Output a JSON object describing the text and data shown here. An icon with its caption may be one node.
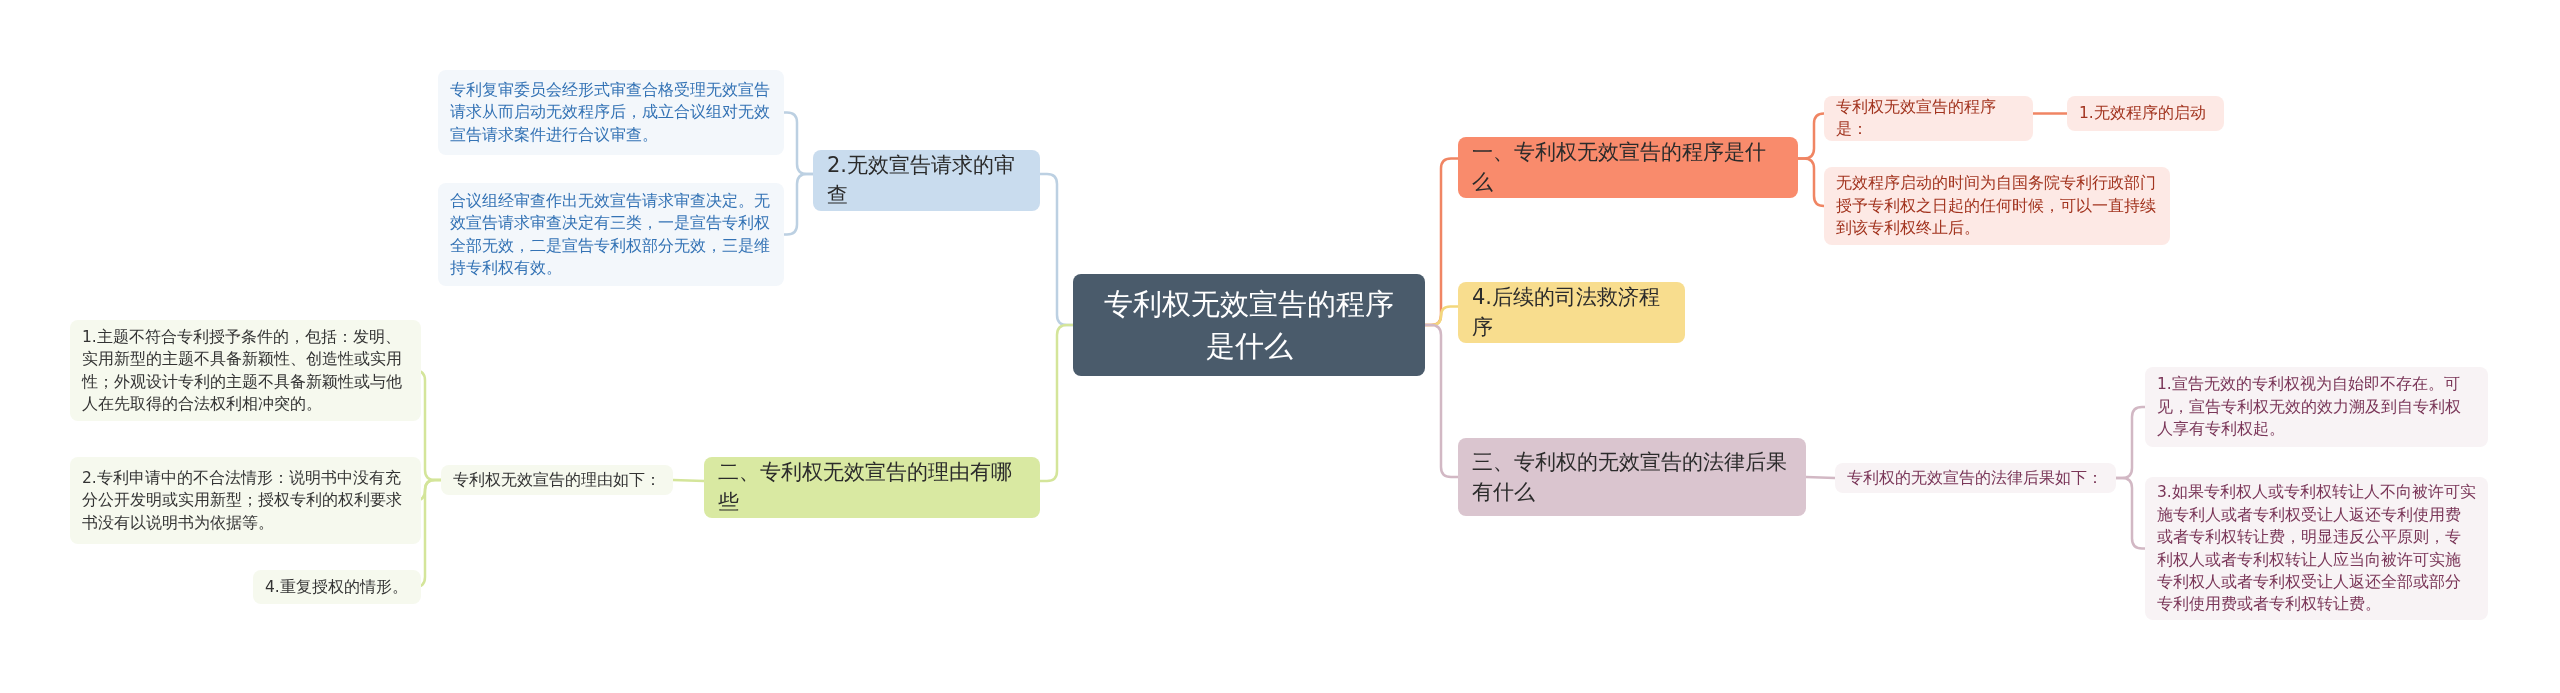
{
  "diagram": {
    "nodes": [
      {
        "text": [
          "专利权无效宣告的程序是什么"
        ]
      },
      {
        "text": [
          "一、专利权无效宣告的程序是什么"
        ]
      },
      {
        "text": [
          "专利权无效宣告的程序是："
        ]
      },
      {
        "text": [
          "1.无效程序的启动"
        ]
      },
      {
        "text": [
          "无效程序启动的时间为自国务院专利行政部门授予专利权之日起的任何时候，可以一直持续到该专利权终止后。"
        ]
      },
      {
        "text": [
          "4.后续的司法救济程序"
        ]
      },
      {
        "text": [
          "三、专利权的无效宣告的法律后果有什么"
        ]
      },
      {
        "text": [
          "专利权的无效宣告的法律后果如下："
        ]
      },
      {
        "text": [
          "1.宣告无效的专利权视为自始即不存在。可见，宣告专利权无效的效力溯及到自专利权人享有专利权起。"
        ]
      },
      {
        "text": [
          "3.如果专利权人或专利权转让人不向被许可实施专利人或者专利权受让人返还专利使用费或者专利权转让费，明显违反公平原则，专利权人或者专利权转让人应当向被许可实施专利权人或者专利权受让人返还全部或部分专利使用费或者专利权转让费。"
        ]
      },
      {
        "text": [
          "2.无效宣告请求的审查"
        ]
      },
      {
        "text": [
          "专利复审委员会经形式审查合格受理无效宣告请求从而启动无效程序后，成立合议组对无效宣告请求案件进行合议审查。"
        ]
      },
      {
        "text": [
          "合议组经审查作出无效宣告请求审查决定。无效宣告请求审查决定有三类，一是宣告专利权全部无效，二是宣告专利权部分无效，三是维持专利权有效。"
        ]
      },
      {
        "text": [
          "二、专利权无效宣告的理由有哪些"
        ]
      },
      {
        "text": [
          "专利权无效宣告的理由如下："
        ]
      },
      {
        "text": [
          "1.主题不符合专利授予条件的，包括：发明、实用新型的主题不具备新颖性、创造性或实用性；外观设计专利的主题不具备新颖性或与他人在先取得的合法权利相冲突的。"
        ]
      },
      {
        "text": [
          "2.专利申请中的不合法情形：说明书中没有充分公开发明或实用新型；授权专利的权利要求书没有以说明书为依据等。"
        ]
      },
      {
        "text": [
          "4.重复授权的情形。"
        ]
      }
    ],
    "edges": [
      {
        "from": 0,
        "to": 1,
        "arrow": "none",
        "color": "#f08563"
      },
      {
        "from": 1,
        "to": 2,
        "arrow": "none",
        "color": "#f08563"
      },
      {
        "from": 2,
        "to": 3,
        "arrow": "none",
        "color": "#f08563"
      },
      {
        "from": 1,
        "to": 4,
        "arrow": "none",
        "color": "#f08563"
      },
      {
        "from": 0,
        "to": 5,
        "arrow": "none",
        "color": "#f3d77c"
      },
      {
        "from": 0,
        "to": 6,
        "arrow": "none",
        "color": "#d2b8c4"
      },
      {
        "from": 6,
        "to": 7,
        "arrow": "none",
        "color": "#d2b8c4"
      },
      {
        "from": 7,
        "to": 8,
        "arrow": "none",
        "color": "#d2b8c4"
      },
      {
        "from": 7,
        "to": 9,
        "arrow": "none",
        "color": "#d2b8c4"
      },
      {
        "from": 0,
        "to": 10,
        "arrow": "none",
        "color": "#bcd0e2"
      },
      {
        "from": 10,
        "to": 11,
        "arrow": "none",
        "color": "#bcd0e2"
      },
      {
        "from": 10,
        "to": 12,
        "arrow": "none",
        "color": "#bcd0e2"
      },
      {
        "from": 0,
        "to": 13,
        "arrow": "none",
        "color": "#d4e59a"
      },
      {
        "from": 13,
        "to": 14,
        "arrow": "none",
        "color": "#d4e59a"
      },
      {
        "from": 14,
        "to": 15,
        "arrow": "none",
        "color": "#d4e59a"
      },
      {
        "from": 14,
        "to": 16,
        "arrow": "none",
        "color": "#d4e59a"
      },
      {
        "from": 14,
        "to": 17,
        "arrow": "none",
        "color": "#d4e59a"
      }
    ]
  }
}
